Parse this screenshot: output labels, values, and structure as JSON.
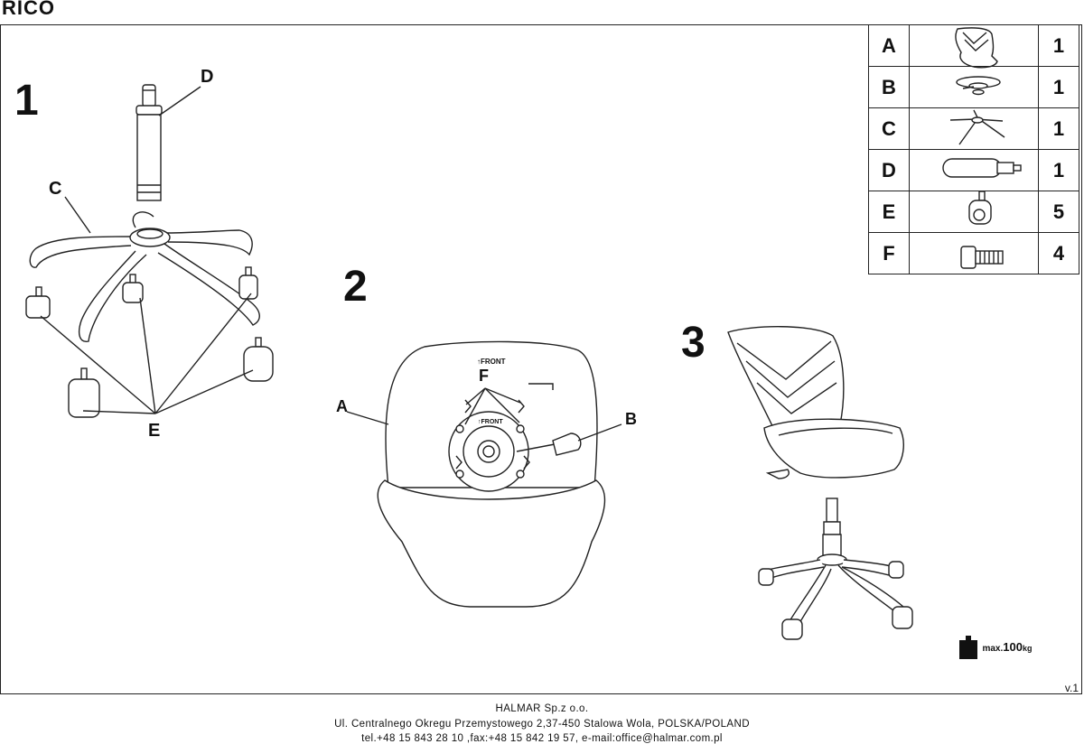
{
  "title": "RICO",
  "steps": [
    "1",
    "2",
    "3"
  ],
  "labels": {
    "step1": {
      "C": "C",
      "D": "D",
      "E": "E"
    },
    "step2": {
      "A": "A",
      "B": "B",
      "F": "F",
      "front1": "↑FRONT",
      "front2": "↑FRONT"
    }
  },
  "parts": [
    {
      "letter": "A",
      "icon": "seat-icon",
      "qty": "1"
    },
    {
      "letter": "B",
      "icon": "mechanism-icon",
      "qty": "1"
    },
    {
      "letter": "C",
      "icon": "star-base-icon",
      "qty": "1"
    },
    {
      "letter": "D",
      "icon": "gas-lift-icon",
      "qty": "1"
    },
    {
      "letter": "E",
      "icon": "caster-icon",
      "qty": "5"
    },
    {
      "letter": "F",
      "icon": "bolt-icon",
      "qty": "4"
    }
  ],
  "max_load": {
    "prefix": "max.",
    "value": "100",
    "unit": "kg"
  },
  "version": "v.1",
  "footer": {
    "line1": "HALMAR Sp.z o.o.",
    "line2": "Ul. Centralnego Okregu Przemystowego 2,37-450 Stalowa Wola, POLSKA/POLAND",
    "line3": "tel.+48 15 843 28 10 ,fax:+48 15 842 19 57, e-mail:office@halmar.com.pl"
  }
}
